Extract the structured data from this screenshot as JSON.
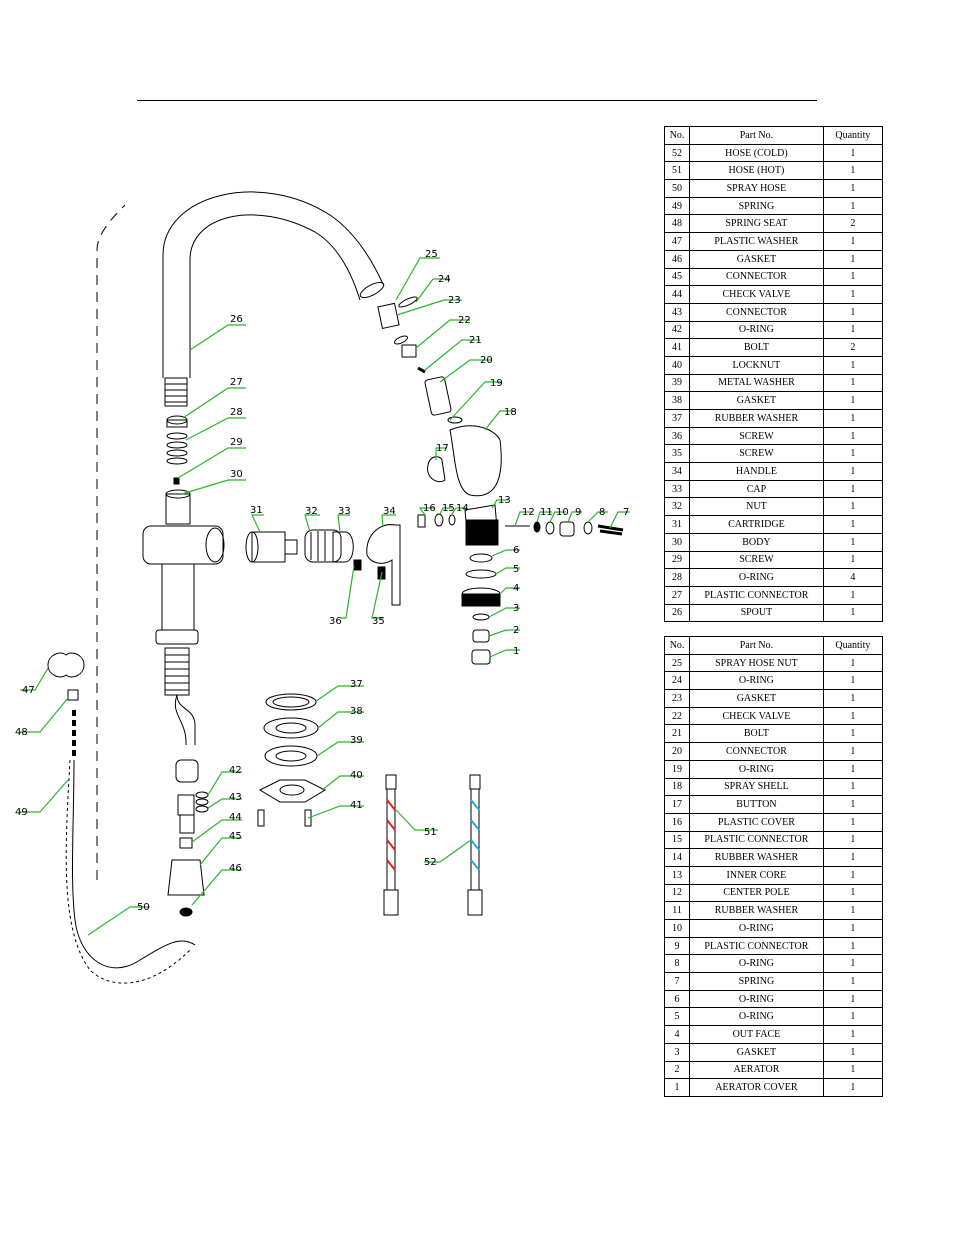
{
  "callouts": [
    "1",
    "2",
    "3",
    "4",
    "5",
    "6",
    "7",
    "8",
    "9",
    "10",
    "11",
    "12",
    "13",
    "14",
    "15",
    "16",
    "17",
    "18",
    "19",
    "20",
    "21",
    "22",
    "23",
    "24",
    "25",
    "26",
    "27",
    "28",
    "29",
    "30",
    "31",
    "32",
    "33",
    "34",
    "35",
    "36",
    "37",
    "38",
    "39",
    "40",
    "41",
    "42",
    "43",
    "44",
    "45",
    "46",
    "47",
    "48",
    "49",
    "50",
    "51",
    "52"
  ],
  "tables": {
    "upper": {
      "headers": [
        "No.",
        "Part No.",
        "Quantity"
      ],
      "rows": [
        [
          "52",
          "HOSE (COLD)",
          "1"
        ],
        [
          "51",
          "HOSE (HOT)",
          "1"
        ],
        [
          "50",
          "SPRAY HOSE",
          "1"
        ],
        [
          "49",
          "SPRING",
          "1"
        ],
        [
          "48",
          "SPRING SEAT",
          "2"
        ],
        [
          "47",
          "PLASTIC WASHER",
          "1"
        ],
        [
          "46",
          "GASKET",
          "1"
        ],
        [
          "45",
          "CONNECTOR",
          "1"
        ],
        [
          "44",
          "CHECK VALVE",
          "1"
        ],
        [
          "43",
          "CONNECTOR",
          "1"
        ],
        [
          "42",
          "O-RING",
          "1"
        ],
        [
          "41",
          "BOLT",
          "2"
        ],
        [
          "40",
          "LOCKNUT",
          "1"
        ],
        [
          "39",
          "METAL WASHER",
          "1"
        ],
        [
          "38",
          "GASKET",
          "1"
        ],
        [
          "37",
          "RUBBER WASHER",
          "1"
        ],
        [
          "36",
          "SCREW",
          "1"
        ],
        [
          "35",
          "SCREW",
          "1"
        ],
        [
          "34",
          "HANDLE",
          "1"
        ],
        [
          "33",
          "CAP",
          "1"
        ],
        [
          "32",
          "NUT",
          "1"
        ],
        [
          "31",
          "CARTRIDGE",
          "1"
        ],
        [
          "30",
          "BODY",
          "1"
        ],
        [
          "29",
          "SCREW",
          "1"
        ],
        [
          "28",
          "O-RING",
          "4"
        ],
        [
          "27",
          "PLASTIC CONNECTOR",
          "1"
        ],
        [
          "26",
          "SPOUT",
          "1"
        ]
      ]
    },
    "lower": {
      "headers": [
        "No.",
        "Part No.",
        "Quantity"
      ],
      "rows": [
        [
          "25",
          "SPRAY HOSE NUT",
          "1"
        ],
        [
          "24",
          "O-RING",
          "1"
        ],
        [
          "23",
          "GASKET",
          "1"
        ],
        [
          "22",
          "CHECK VALVE",
          "1"
        ],
        [
          "21",
          "BOLT",
          "1"
        ],
        [
          "20",
          "CONNECTOR",
          "1"
        ],
        [
          "19",
          "O-RING",
          "1"
        ],
        [
          "18",
          "SPRAY SHELL",
          "1"
        ],
        [
          "17",
          "BUTTON",
          "1"
        ],
        [
          "16",
          "PLASTIC COVER",
          "1"
        ],
        [
          "15",
          "PLASTIC CONNECTOR",
          "1"
        ],
        [
          "14",
          "RUBBER WASHER",
          "1"
        ],
        [
          "13",
          "INNER CORE",
          "1"
        ],
        [
          "12",
          "CENTER POLE",
          "1"
        ],
        [
          "11",
          "RUBBER WASHER",
          "1"
        ],
        [
          "10",
          "O-RING",
          "1"
        ],
        [
          "9",
          "PLASTIC CONNECTOR",
          "1"
        ],
        [
          "8",
          "O-RING",
          "1"
        ],
        [
          "7",
          "SPRING",
          "1"
        ],
        [
          "6",
          "O-RING",
          "1"
        ],
        [
          "5",
          "O-RING",
          "1"
        ],
        [
          "4",
          "OUT FACE",
          "1"
        ],
        [
          "3",
          "GASKET",
          "1"
        ],
        [
          "2",
          "AERATOR",
          "1"
        ],
        [
          "1",
          "AERATOR COVER",
          "1"
        ]
      ]
    }
  },
  "colors": {
    "leader": "#2db52d",
    "hot_stripe": "#e02020",
    "cold_stripe": "#1ab0e0",
    "ink": "#000000"
  }
}
